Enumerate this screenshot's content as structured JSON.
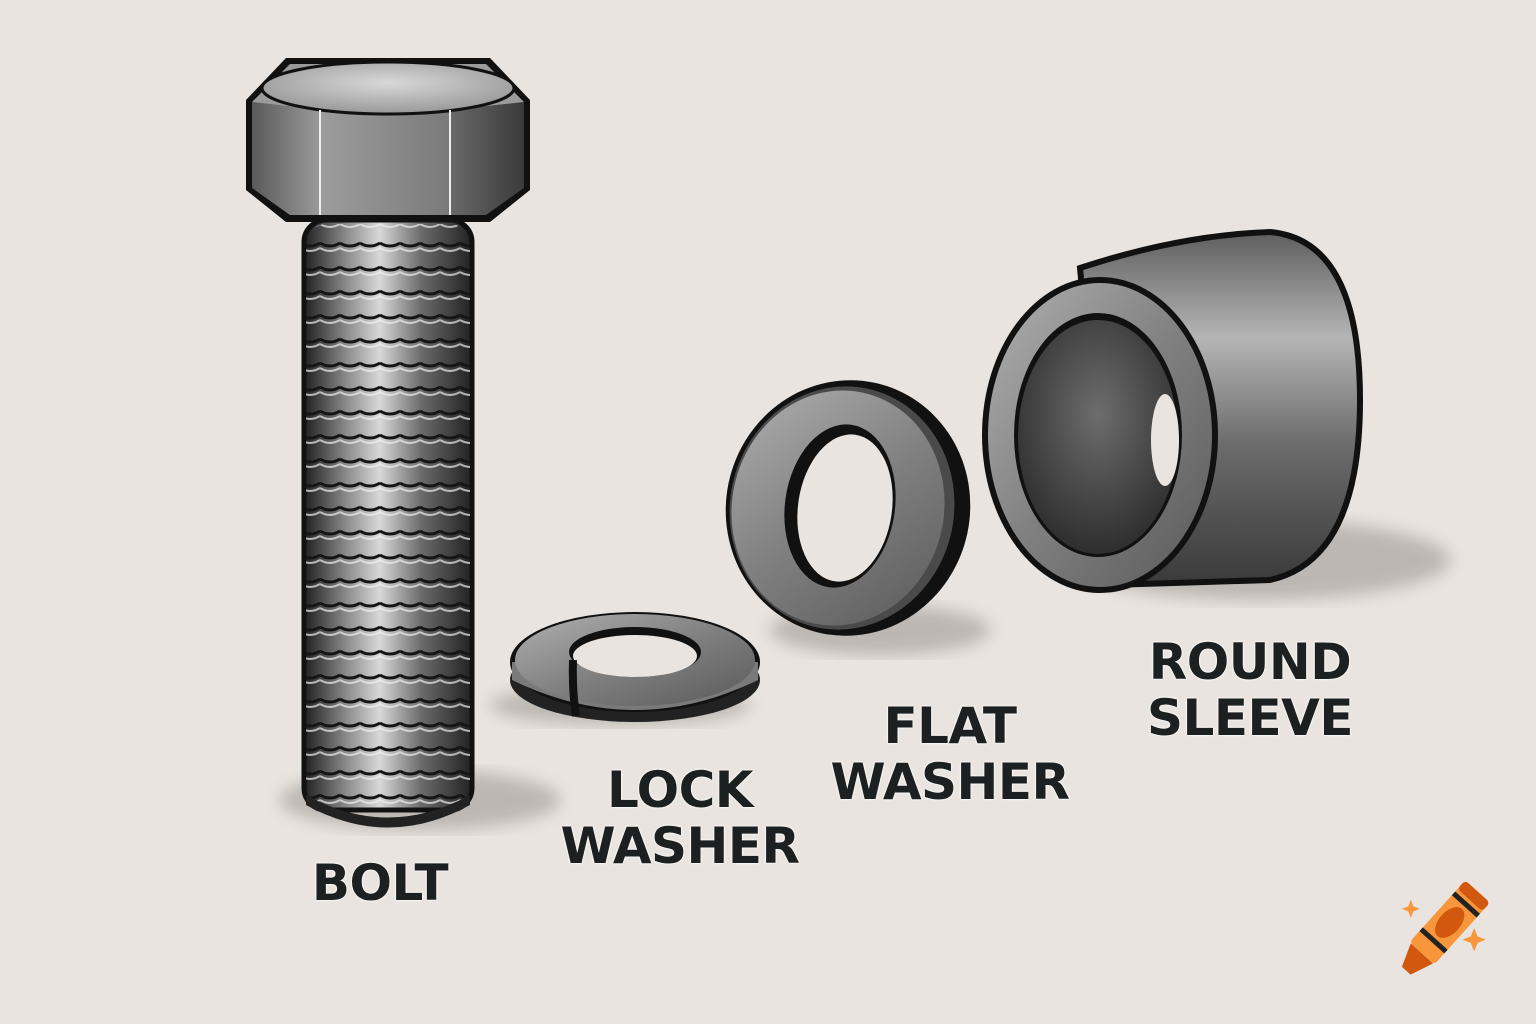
{
  "title": "Fastener parts illustration",
  "style": {
    "background": "#e9e4df",
    "label_color": "#1c2020",
    "metal_dark": "#2a2a2a",
    "metal_mid": "#6e6e6e",
    "metal_light": "#bdbdbd",
    "logo_orange": "#f7963b",
    "logo_dark_orange": "#d3580f"
  },
  "parts": [
    {
      "id": "bolt",
      "label_lines": [
        "BOLT"
      ]
    },
    {
      "id": "lock-washer",
      "label_lines": [
        "LOCK",
        "WASHER"
      ]
    },
    {
      "id": "flat-washer",
      "label_lines": [
        "FLAT",
        "WASHER"
      ]
    },
    {
      "id": "round-sleeve",
      "label_lines": [
        "ROUND",
        "SLEEVE"
      ]
    }
  ],
  "logo": {
    "icon": "crayon-icon",
    "decor": [
      "sparkle-icon",
      "sparkle-icon"
    ]
  }
}
